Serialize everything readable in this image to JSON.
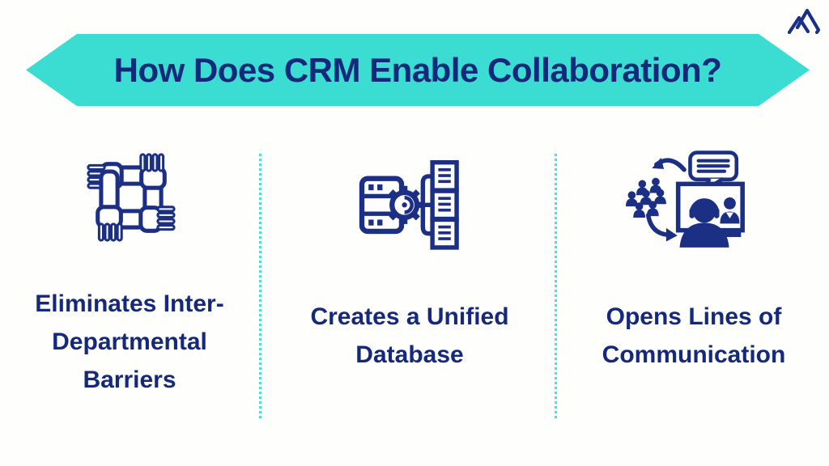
{
  "page": {
    "background_color": "#FEFEFD"
  },
  "brand": {
    "logo_icon": "mountain-peaks-logo"
  },
  "header": {
    "title": "How Does CRM Enable Collaboration?"
  },
  "columns": [
    {
      "icon": "interlocked-hands-icon",
      "label": "Eliminates Inter-Departmental Barriers",
      "lines": [
        "Eliminates Inter-",
        "Departmental",
        "Barriers"
      ]
    },
    {
      "icon": "unified-database-icon",
      "label": "Creates a Unified Database",
      "lines": [
        "Creates a Unified",
        "Database"
      ]
    },
    {
      "icon": "communication-icon",
      "label": "Opens Lines of Communication",
      "lines": [
        "Opens Lines of",
        "Communication"
      ]
    }
  ],
  "colors": {
    "banner_color": "#3BDCD2",
    "title_color": "#15297C",
    "label_color": "#15297C",
    "icon_color": "#1B2F85",
    "divider_color": "#54DCD4",
    "page_bg": "#FEFEFD"
  }
}
